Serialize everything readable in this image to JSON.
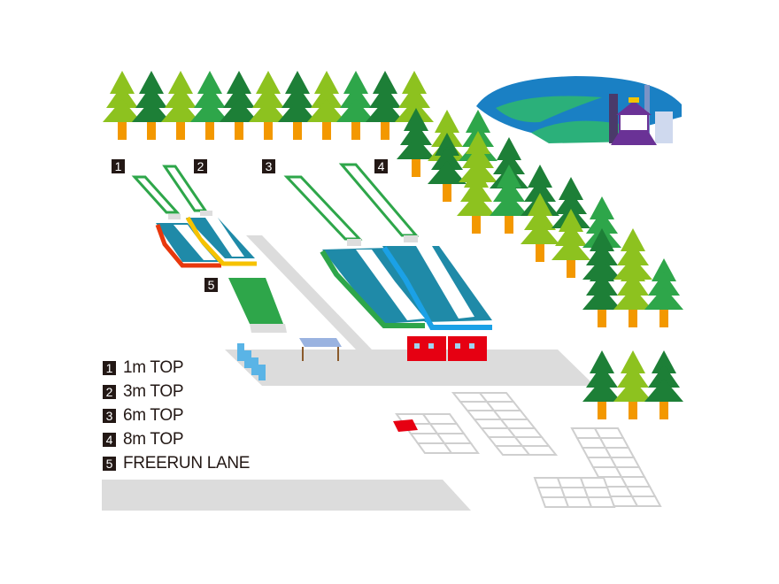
{
  "map": {
    "markers": [
      {
        "id": "1",
        "label": "1m TOP"
      },
      {
        "id": "2",
        "label": "3m TOP"
      },
      {
        "id": "3",
        "label": "6m TOP"
      },
      {
        "id": "4",
        "label": "8m TOP"
      },
      {
        "id": "5",
        "label": "FREERUN LANE"
      }
    ],
    "colors": {
      "tree_light": "#8dc21f",
      "tree_mid": "#2ea64a",
      "tree_dark": "#1d7f37",
      "trunk": "#f39800",
      "pool": "#1f8aa8",
      "road": "#dcdcdc",
      "cabin": "#e60012",
      "ramp_green": "#2ea64a"
    }
  }
}
